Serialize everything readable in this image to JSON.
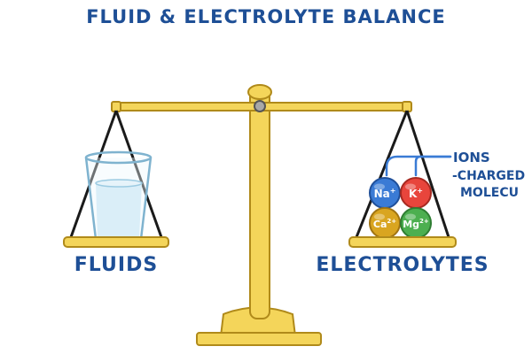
{
  "title": "FLUID & ELECTROLYTE BALANCE",
  "left_pan_label": "FLUIDS",
  "right_pan_label": "ELECTROLYTES",
  "ions_note": {
    "line1": "IONS",
    "line2": "-CHARGED",
    "line3": "MOLECU"
  },
  "ions": [
    {
      "name": "sodium",
      "symbol": "Na",
      "charge": "+",
      "color": "#3a7bd5"
    },
    {
      "name": "potassium",
      "symbol": "K",
      "charge": "+",
      "color": "#e8453c"
    },
    {
      "name": "calcium",
      "symbol": "Ca",
      "charge": "2+",
      "color": "#d9a520"
    },
    {
      "name": "magnesium",
      "symbol": "Mg",
      "charge": "2+",
      "color": "#4caf50"
    }
  ],
  "colors": {
    "label_blue": "#1e4f96",
    "scale_gold": "#f4d55a",
    "scale_outline": "#b08a1a",
    "water": "#cde8f6"
  }
}
